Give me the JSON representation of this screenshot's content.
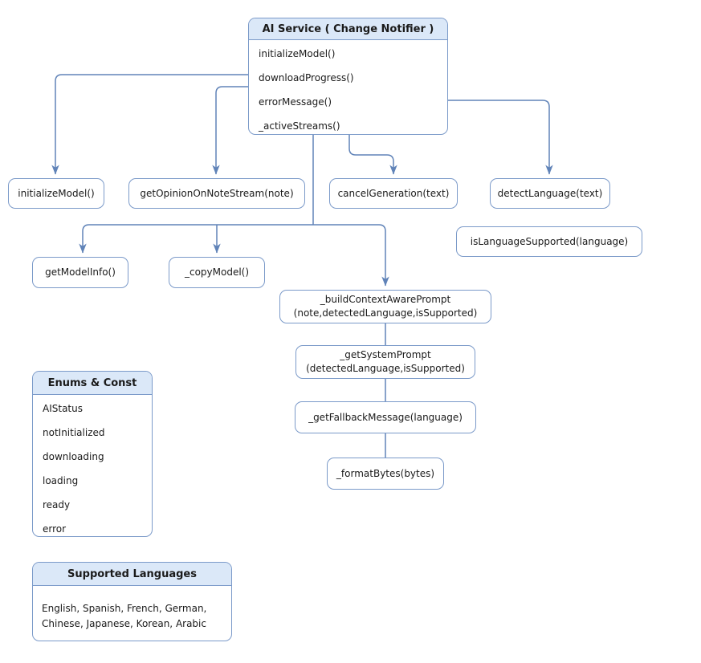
{
  "ai_service": {
    "title": "AI Service ( Change Notifier )",
    "methods": [
      "initializeModel()",
      "downloadProgress()",
      "errorMessage()",
      "_activeStreams()"
    ]
  },
  "nodes": {
    "initialize_model": "initializeModel()",
    "get_opinion": "getOpinionOnNoteStream(note)",
    "cancel_generation": "cancelGeneration(text)",
    "detect_language": "detectLanguage(text)",
    "is_language_supported": "isLanguageSupported(language)",
    "get_model_info": "getModelInfo()",
    "copy_model": "_copyModel()",
    "build_context": {
      "lines": [
        "_buildContextAwarePrompt",
        "(note,detectedLanguage,isSupported)"
      ]
    },
    "system_prompt": {
      "lines": [
        "_getSystemPrompt",
        "(detectedLanguage,isSupported)"
      ]
    },
    "fallback_message": "_getFallbackMessage(language)",
    "format_bytes": "_formatBytes(bytes)"
  },
  "enums": {
    "title": "Enums & Const",
    "items": [
      "AIStatus",
      "notInitialized",
      "downloading",
      "loading",
      "ready",
      "error"
    ]
  },
  "languages": {
    "title": "Supported Languages",
    "lines": [
      "English, Spanish, French, German,",
      "Chinese, Japanese, Korean, Arabic"
    ]
  },
  "colors": {
    "box_border": "#7b9ac9",
    "header_fill": "#dbe8f8",
    "connector": "#6083b8",
    "text": "#1a1a1a"
  }
}
